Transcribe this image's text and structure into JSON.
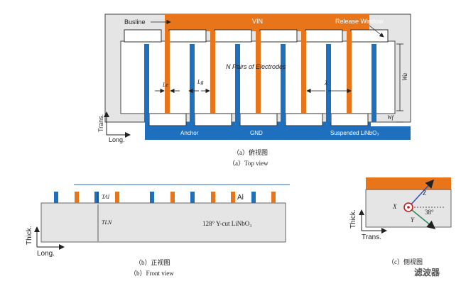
{
  "top_view": {
    "labels": {
      "busline": "Busline",
      "vin": "VIN",
      "release_window": "Release Window",
      "pairs": "N Pairs of Electrodes",
      "le": "Le",
      "lg": "Lg",
      "lambda": "λ",
      "wa": "Wa",
      "wf": "Wf",
      "anchor": "Anchor",
      "gnd": "GND",
      "suspended": "Suspended LiNbO₃",
      "axis_trans": "Trans.",
      "axis_long": "Long."
    },
    "caption_cn": "（a）俯视图",
    "caption_en": "（a）Top view",
    "colors": {
      "orange": "#e8751a",
      "blue": "#1f6fbf",
      "frame": "#333333"
    }
  },
  "front_view": {
    "labels": {
      "tal": "TAl",
      "al": "Al",
      "tln": "TLN",
      "substrate": "128° Y-cut LiNbO₃",
      "axis_thick": "Thick.",
      "axis_long": "Long."
    },
    "caption_cn": "（b）正视图",
    "caption_en": "（b）Front view"
  },
  "side_view": {
    "labels": {
      "z": "Z",
      "x": "X",
      "y": "Y",
      "angle": "38°",
      "axis_thick": "Thick.",
      "axis_trans": "Trans."
    },
    "caption_cn": "（c）侧视图",
    "watermark": "滤波器"
  }
}
